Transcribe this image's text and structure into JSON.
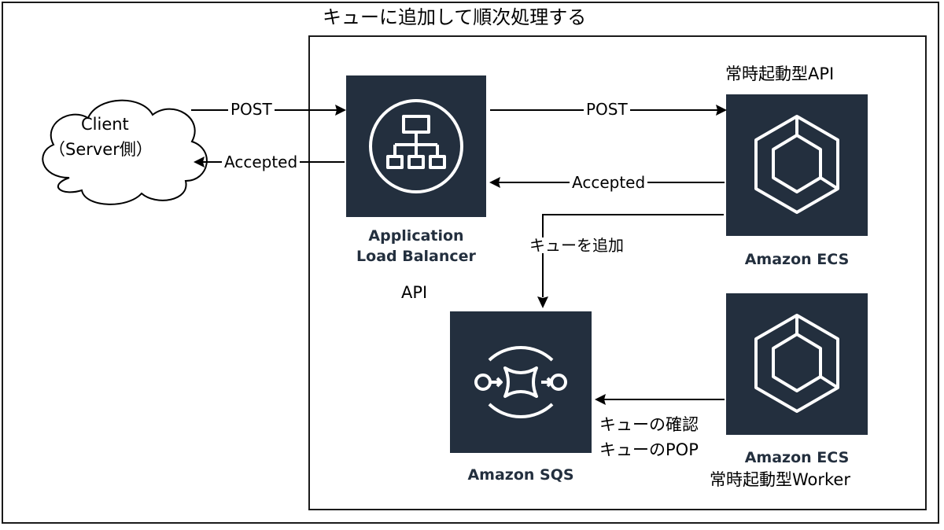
{
  "title": "キューに追加して順次処理する",
  "client": {
    "line1": "Client",
    "line2": "（Server側）"
  },
  "alb": {
    "line1": "Application",
    "line2": "Load Balancer",
    "group_label": "API"
  },
  "ecs_api": {
    "caption": "常時起動型API",
    "name": "Amazon ECS"
  },
  "ecs_worker": {
    "name": "Amazon ECS",
    "caption": "常時起動型Worker"
  },
  "sqs": {
    "name": "Amazon SQS"
  },
  "edges": {
    "client_post": "POST",
    "client_accepted": "Accepted",
    "alb_post": "POST",
    "alb_accepted": "Accepted",
    "enqueue": "キューを追加",
    "check_line1": "キューの確認",
    "check_line2": "キューのPOP"
  },
  "colors": {
    "tile": "#232f3e",
    "line": "#000000"
  },
  "icons": {
    "alb": "load-balancer-icon",
    "ecs": "ecs-icon",
    "sqs": "sqs-icon"
  }
}
